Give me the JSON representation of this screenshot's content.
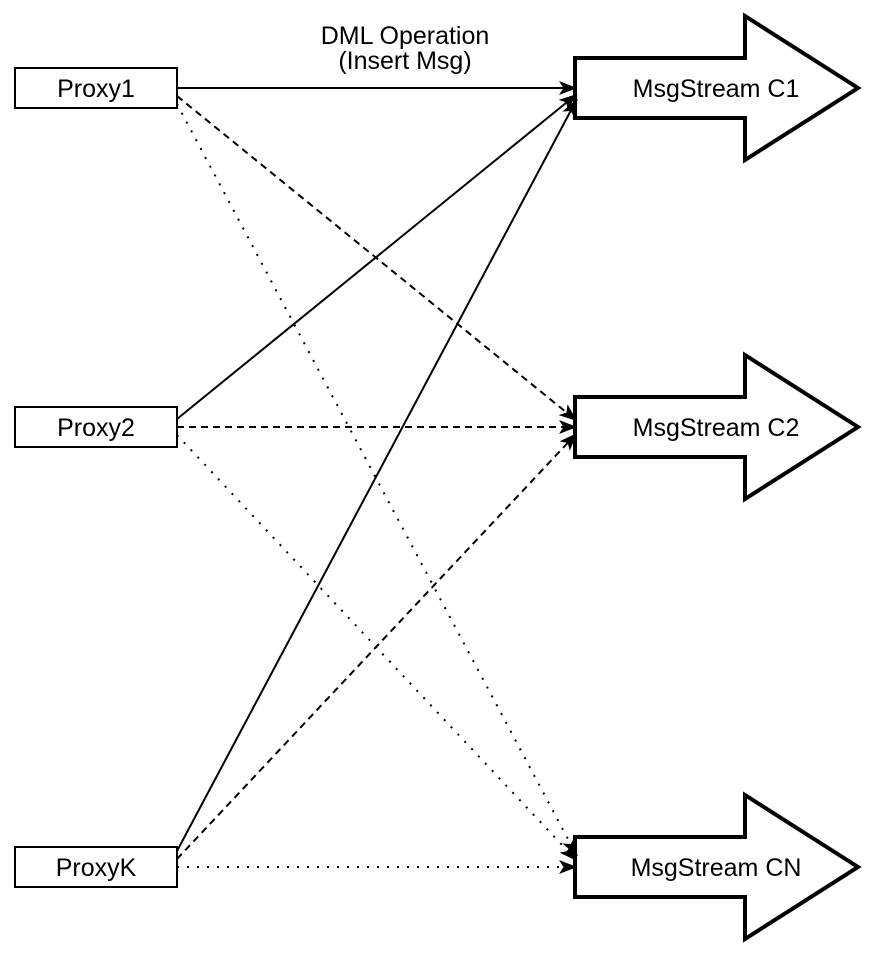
{
  "diagram": {
    "title": {
      "line1": "DML Operation",
      "line2": "(Insert Msg)"
    },
    "proxies": [
      {
        "id": "proxy1",
        "label": "Proxy1"
      },
      {
        "id": "proxy2",
        "label": "Proxy2"
      },
      {
        "id": "proxyK",
        "label": "ProxyK"
      }
    ],
    "streams": [
      {
        "id": "c1",
        "label": "MsgStream C1"
      },
      {
        "id": "c2",
        "label": "MsgStream C2"
      },
      {
        "id": "cn",
        "label": "MsgStream CN"
      }
    ],
    "edges": [
      {
        "from": "proxy1",
        "to": "c1",
        "style": "solid"
      },
      {
        "from": "proxy1",
        "to": "c2",
        "style": "dashed"
      },
      {
        "from": "proxy1",
        "to": "cn",
        "style": "dotted"
      },
      {
        "from": "proxy2",
        "to": "c1",
        "style": "solid"
      },
      {
        "from": "proxy2",
        "to": "c2",
        "style": "dashed"
      },
      {
        "from": "proxy2",
        "to": "cn",
        "style": "dotted"
      },
      {
        "from": "proxyK",
        "to": "c1",
        "style": "solid"
      },
      {
        "from": "proxyK",
        "to": "c2",
        "style": "dashed"
      },
      {
        "from": "proxyK",
        "to": "cn",
        "style": "dotted"
      }
    ],
    "colors": {
      "foreground": "#000000",
      "background": "#ffffff"
    }
  }
}
